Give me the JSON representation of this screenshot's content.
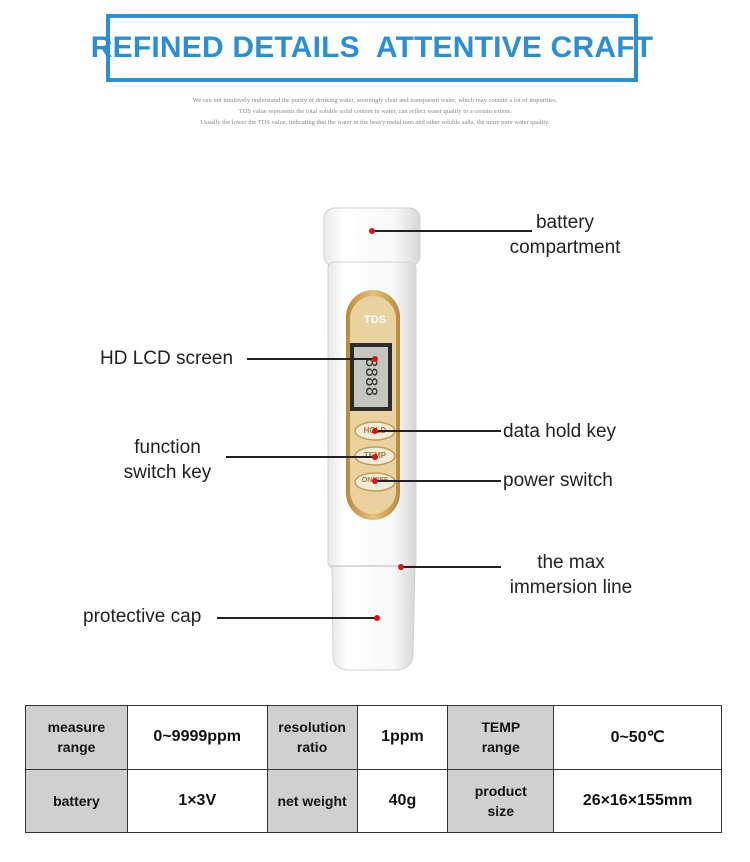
{
  "header": {
    "title": "REFINED DETAILS  ATTENTIVE CRAFT",
    "intro_lines": [
      "We can not intuitively understand the purity of drinking water, seemingly clear and transparent water, which may contain a lot of impurities.",
      "TDS value represents the total soluble solid content in water, can reflect water quality to a certain extent.",
      "Usually the lower the TDS value, indicating that the water in the heavy metal ions and other soluble salts, the more pure water quality."
    ]
  },
  "device": {
    "panel_label": "TDS",
    "lcd_digits": "8888",
    "hold_key": "HOLD",
    "temp_key": "TEMP",
    "power_key": "ON/OFF"
  },
  "callouts": {
    "battery": [
      "battery",
      "compartment"
    ],
    "lcd": "HD LCD screen",
    "hold": "data hold key",
    "function": [
      "function",
      "switch key"
    ],
    "power": "power switch",
    "immersion": [
      "the max",
      "immersion line"
    ],
    "cap": "protective cap"
  },
  "specs": {
    "rows": [
      [
        {
          "key": [
            "measure",
            "range"
          ],
          "value": "0~9999ppm"
        },
        {
          "key": [
            "resolution",
            "ratio"
          ],
          "value": "1ppm"
        },
        {
          "key": [
            "TEMP",
            "range"
          ],
          "value": "0~50℃"
        }
      ],
      [
        {
          "key": [
            "battery"
          ],
          "value": "1×3V"
        },
        {
          "key": [
            "net weight"
          ],
          "value": "40g"
        },
        {
          "key": [
            "product",
            "size"
          ],
          "value": "26×16×155mm"
        }
      ]
    ]
  },
  "colors": {
    "accent": "#2b8fd6",
    "marker": "#d8131b",
    "gold": "#c9a14a",
    "table_key_bg": "#d0d0d0"
  }
}
